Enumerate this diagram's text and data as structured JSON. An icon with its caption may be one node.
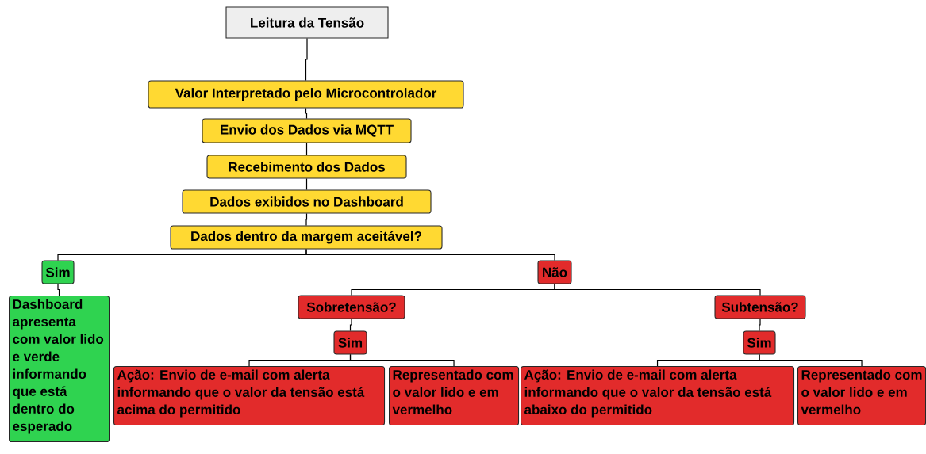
{
  "diagram": {
    "nodes": [
      {
        "text": [
          "Leitura da Tensão"
        ]
      },
      {
        "text": [
          "Valor Interpretado pelo Microcontrolador"
        ]
      },
      {
        "text": [
          "Envio dos Dados via MQTT"
        ]
      },
      {
        "text": [
          "Recebimento dos Dados"
        ]
      },
      {
        "text": [
          "Dados exibidos no Dashboard"
        ]
      },
      {
        "text": [
          "Dados dentro da margem aceitável?"
        ]
      },
      {
        "text": [
          "Sim"
        ]
      },
      {
        "text": [
          "Dashboard apresenta com valor lido e verde informando que está dentro do esperado"
        ]
      },
      {
        "text": [
          "Não"
        ]
      },
      {
        "text": [
          "Sobretensão?"
        ]
      },
      {
        "text": [
          "Sim"
        ]
      },
      {
        "text": [
          "Ação: Envio de e-mail com alerta informando que o valor da tensão está acima do permitido"
        ]
      },
      {
        "text": [
          "Representado com o valor lido e em vermelho"
        ]
      },
      {
        "text": [
          "Subtensão?"
        ]
      },
      {
        "text": [
          "Sim"
        ]
      },
      {
        "text": [
          "Ação: Envio de e-mail com alerta informando que o valor da tensão está abaixo do permitido"
        ]
      },
      {
        "text": [
          "Representado com o valor lido e em vermelho"
        ]
      }
    ],
    "edges": [
      {
        "from": 0,
        "to": 1,
        "arrow": "none"
      },
      {
        "from": 1,
        "to": 2,
        "arrow": "none"
      },
      {
        "from": 2,
        "to": 3,
        "arrow": "none"
      },
      {
        "from": 3,
        "to": 4,
        "arrow": "none"
      },
      {
        "from": 4,
        "to": 5,
        "arrow": "none"
      },
      {
        "from": 5,
        "to": 6,
        "arrow": "none"
      },
      {
        "from": 5,
        "to": 8,
        "arrow": "none"
      },
      {
        "from": 6,
        "to": 7,
        "arrow": "none"
      },
      {
        "from": 8,
        "to": 9,
        "arrow": "none"
      },
      {
        "from": 8,
        "to": 13,
        "arrow": "none"
      },
      {
        "from": 9,
        "to": 10,
        "arrow": "none"
      },
      {
        "from": 10,
        "to": 11,
        "arrow": "none"
      },
      {
        "from": 10,
        "to": 12,
        "arrow": "none"
      },
      {
        "from": 13,
        "to": 14,
        "arrow": "none"
      },
      {
        "from": 14,
        "to": 15,
        "arrow": "none"
      },
      {
        "from": 14,
        "to": 16,
        "arrow": "none"
      }
    ]
  }
}
